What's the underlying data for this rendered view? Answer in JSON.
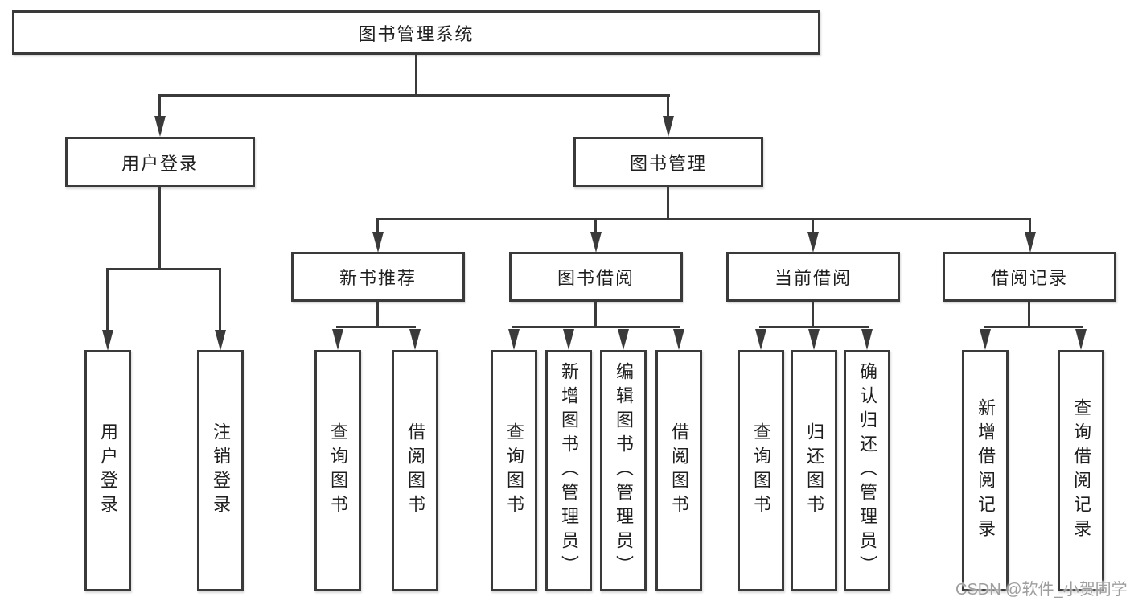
{
  "diagram": {
    "root": "图书管理系统",
    "level2": {
      "user_login": "用户登录",
      "book_mgmt": "图书管理"
    },
    "level3": {
      "new_book_rec": "新书推荐",
      "book_borrow": "图书借阅",
      "current_borrow": "当前借阅",
      "borrow_records": "借阅记录"
    },
    "leaves": {
      "user_login": "用户登录",
      "logout": "注销登录",
      "query_book_a": "查询图书",
      "borrow_book_a": "借阅图书",
      "query_book_b": "查询图书",
      "add_book_admin": "新增图书（管理员）",
      "edit_book_admin": "编辑图书（管理员）",
      "borrow_book_b": "借阅图书",
      "query_book_c": "查询图书",
      "return_book": "归还图书",
      "confirm_return_admin": "确认归还（管理员）",
      "add_borrow_record": "新增借阅记录",
      "query_borrow_record": "查询借阅记录"
    }
  },
  "watermark": "CSDN @软件_小贺同学",
  "colors": {
    "line": "#3a3a3a",
    "text": "#1f1f1f",
    "box_fill": "#ffffff",
    "watermark": "#9e9e9e",
    "background": "#ffffff"
  }
}
